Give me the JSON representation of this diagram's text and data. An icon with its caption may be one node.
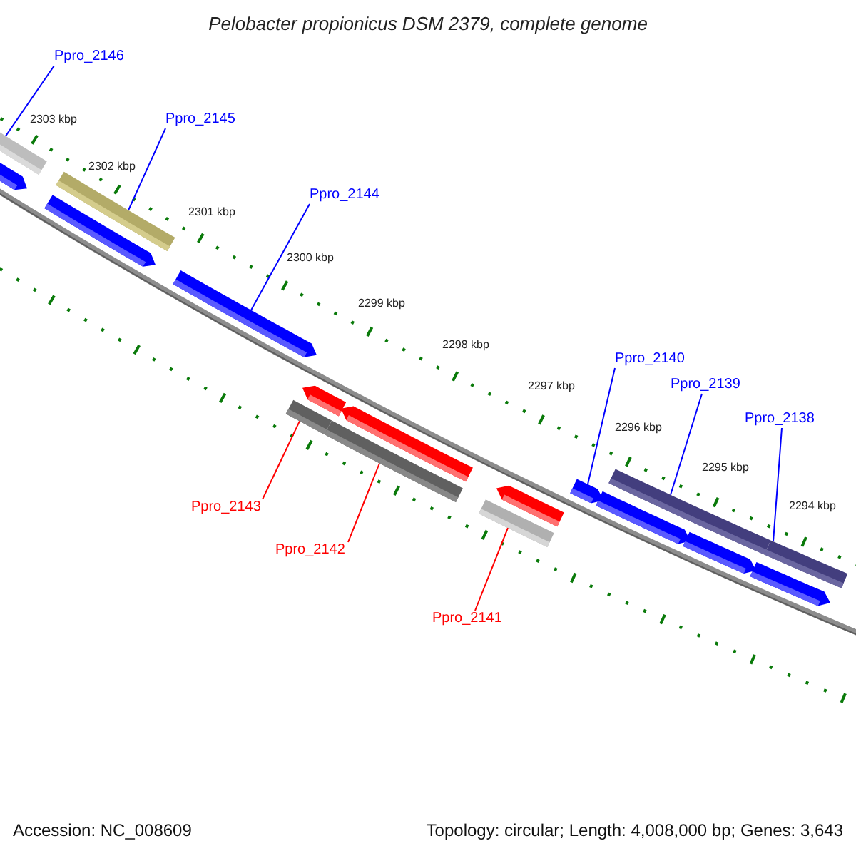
{
  "diagram": {
    "title": "Pelobacter propionicus DSM 2379, complete genome",
    "nodes": [
      {
        "text": [
          "Ppro_2146"
        ]
      },
      {
        "text": [
          "Ppro_2145"
        ]
      },
      {
        "text": [
          "Ppro_2144"
        ]
      },
      {
        "text": [
          "Ppro_2140"
        ]
      },
      {
        "text": [
          "Ppro_2139"
        ]
      },
      {
        "text": [
          "Ppro_2138"
        ]
      },
      {
        "text": [
          "Ppro_2143"
        ]
      },
      {
        "text": [
          "Ppro_2142"
        ]
      },
      {
        "text": [
          "Ppro_2141"
        ]
      },
      {
        "text": [],
        "shape": "bar"
      },
      {
        "text": [],
        "shape": "bar"
      },
      {
        "text": [],
        "shape": "bar"
      },
      {
        "text": [],
        "shape": "bar"
      },
      {
        "text": [],
        "shape": "bar"
      },
      {
        "text": [],
        "shape": "bar"
      },
      {
        "text": [],
        "shape": "bar"
      },
      {
        "text": [],
        "shape": "bar"
      },
      {
        "text": [],
        "shape": "bar"
      },
      {
        "text": [],
        "shape": "bar"
      },
      {
        "text": [],
        "shape": "bar"
      },
      {
        "text": [],
        "shape": "bar"
      },
      {
        "text": [],
        "shape": "bar"
      },
      {
        "text": [],
        "shape": "bar"
      },
      {
        "text": [],
        "shape": "bar"
      },
      {
        "text": [],
        "shape": "bar"
      },
      {
        "text": [],
        "shape": "bar"
      }
    ],
    "edges": [
      {
        "from": 0,
        "to": 9,
        "arrow": "none"
      },
      {
        "from": 1,
        "to": 11,
        "arrow": "none"
      },
      {
        "from": 2,
        "to": 13,
        "arrow": "none"
      },
      {
        "from": 3,
        "to": 20,
        "arrow": "none"
      },
      {
        "from": 4,
        "to": 21,
        "arrow": "none"
      },
      {
        "from": 5,
        "to": 22,
        "arrow": "none"
      },
      {
        "from": 6,
        "to": 14,
        "arrow": "none",
        "color": "#ff0000"
      },
      {
        "from": 7,
        "to": 16,
        "arrow": "none",
        "color": "#ff0000"
      },
      {
        "from": 8,
        "to": 18,
        "arrow": "none",
        "color": "#ff0000"
      }
    ],
    "labels": [
      "2303 kbp",
      "2302 kbp",
      "2301 kbp",
      "2300 kbp",
      "2299 kbp",
      "2298 kbp",
      "2297 kbp",
      "2296 kbp",
      "2295 kbp",
      "2294 kbp",
      "Accession: NC_008609",
      "Topology: circular; Length: 4,008,000 bp; Genes: 3,643"
    ]
  }
}
